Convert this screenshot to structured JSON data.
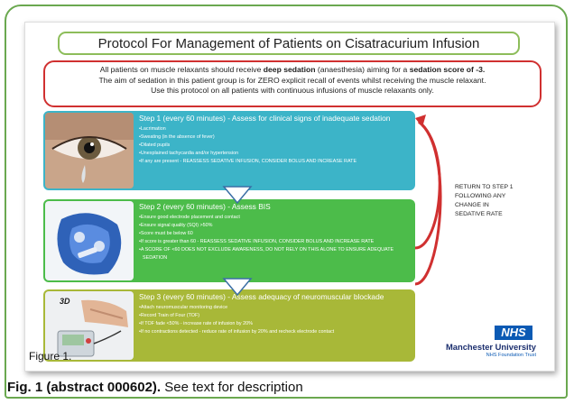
{
  "title": "Protocol For Management of Patients on Cisatracurium Infusion",
  "intro": {
    "line1_pre": "All patients on muscle relaxants should receive ",
    "line1_bold1": "deep sedation",
    "line1_mid": " (anaesthesia) aiming for a ",
    "line1_bold2": "sedation score of -3.",
    "line2": "The aim of sedation in this patient group is for ZERO explicit recall of events whilst receiving the muscle relaxant.",
    "line3": "Use this protocol on all patients with continuous infusions of muscle relaxants only."
  },
  "steps": [
    {
      "title": "Step 1 (every 60 minutes) - Assess for clinical signs of inadequate sedation",
      "items": [
        "•Lacrimation",
        "•Sweating (in the absence of fever)",
        "•Dilated pupils",
        "•Unexplained tachycardia and/or hypertension",
        "•If any are present - REASSESS SEDATIVE INFUSION, CONSIDER BOLUS AND INCREASE RATE"
      ]
    },
    {
      "title": "Step 2 (every 60 minutes) - Assess BIS",
      "items": [
        "•Ensure good electrode placement and contact",
        "•Ensure signal quality (SQI) >50%",
        "•Score must be below 60",
        "•If score is greater than 60 - REASSESS SEDATIVE INFUSION, CONSIDER BOLUS AND INCREASE RATE",
        "•A SCORE OF <60 DOES NOT EXCLUDE AWARENESS, DO NOT RELY ON THIS ALONE TO ENSURE ADEQUATE",
        "SEDATION"
      ]
    },
    {
      "title": "Step 3 (every 60 minutes) - Assess adequacy of neuromuscular blockade",
      "items": [
        "•Attach neuromuscular monitoring device",
        "•Record Train of Four (TOF)",
        "•If TOF fade <50% - increase rate of infusion by 20%",
        "•If no contractions detected - reduce rate of infusion by 20% and recheck electrode contact"
      ]
    }
  ],
  "return_note": [
    "RETURN TO STEP 1",
    "FOLLOWING ANY",
    "CHANGE IN",
    "SEDATIVE RATE"
  ],
  "logo": {
    "mark": "NHS",
    "org": "Manchester University",
    "sub": "NHS Foundation Trust"
  },
  "photo_label_3d": "3D",
  "figure_label": "Figure 1.",
  "caption": {
    "bold": "Fig. 1 (abstract 000602).",
    "text": " See text for description"
  },
  "colors": {
    "step1": "#3cb4c8",
    "step2": "#4cbc4a",
    "step3": "#a8b838",
    "intro_border": "#d03030",
    "title_border": "#8dbd5a",
    "arrow": "#d03030"
  }
}
